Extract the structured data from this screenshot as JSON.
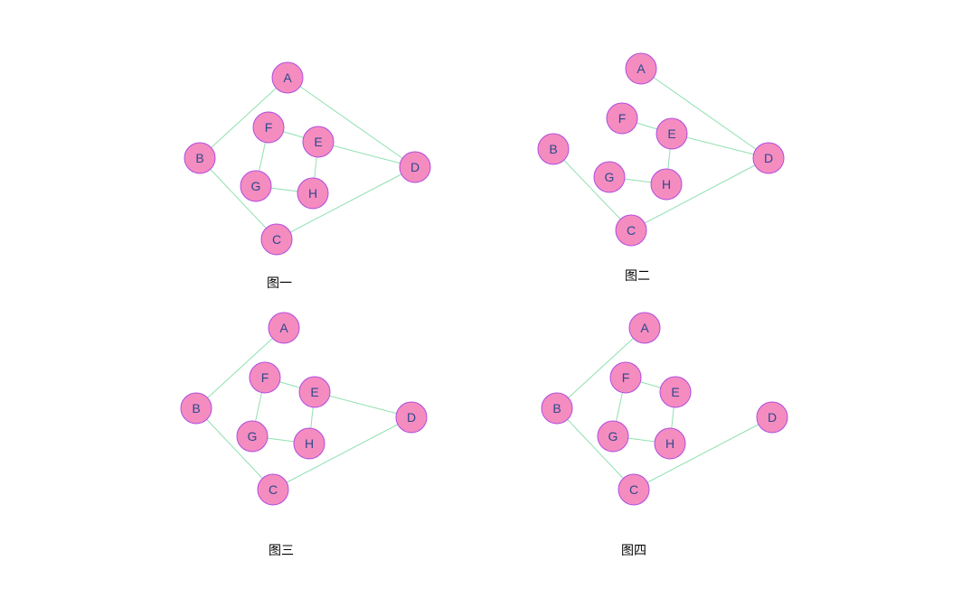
{
  "graphs": [
    {
      "caption": "图一",
      "nodes": [
        "A",
        "B",
        "C",
        "D",
        "E",
        "F",
        "G",
        "H"
      ],
      "edges": [
        [
          "A",
          "B"
        ],
        [
          "A",
          "D"
        ],
        [
          "B",
          "C"
        ],
        [
          "C",
          "D"
        ],
        [
          "D",
          "E"
        ],
        [
          "E",
          "F"
        ],
        [
          "E",
          "H"
        ],
        [
          "F",
          "G"
        ],
        [
          "G",
          "H"
        ]
      ]
    },
    {
      "caption": "图二",
      "nodes": [
        "A",
        "B",
        "C",
        "D",
        "E",
        "F",
        "G",
        "H"
      ],
      "edges": [
        [
          "A",
          "D"
        ],
        [
          "B",
          "C"
        ],
        [
          "C",
          "D"
        ],
        [
          "D",
          "E"
        ],
        [
          "E",
          "F"
        ],
        [
          "E",
          "H"
        ],
        [
          "G",
          "H"
        ]
      ]
    },
    {
      "caption": "图三",
      "nodes": [
        "A",
        "B",
        "C",
        "D",
        "E",
        "F",
        "G",
        "H"
      ],
      "edges": [
        [
          "A",
          "B"
        ],
        [
          "B",
          "C"
        ],
        [
          "C",
          "D"
        ],
        [
          "D",
          "E"
        ],
        [
          "E",
          "F"
        ],
        [
          "E",
          "H"
        ],
        [
          "F",
          "G"
        ],
        [
          "G",
          "H"
        ]
      ]
    },
    {
      "caption": "图四",
      "nodes": [
        "A",
        "B",
        "C",
        "D",
        "E",
        "F",
        "G",
        "H"
      ],
      "edges": [
        [
          "A",
          "B"
        ],
        [
          "B",
          "C"
        ],
        [
          "C",
          "D"
        ],
        [
          "E",
          "F"
        ],
        [
          "E",
          "H"
        ],
        [
          "F",
          "G"
        ],
        [
          "G",
          "H"
        ]
      ]
    }
  ],
  "colors": {
    "node_fill": "#f48cc0",
    "node_stroke": "#b04be0",
    "edge": "#8fe0b0",
    "label": "#2c4a8a"
  }
}
